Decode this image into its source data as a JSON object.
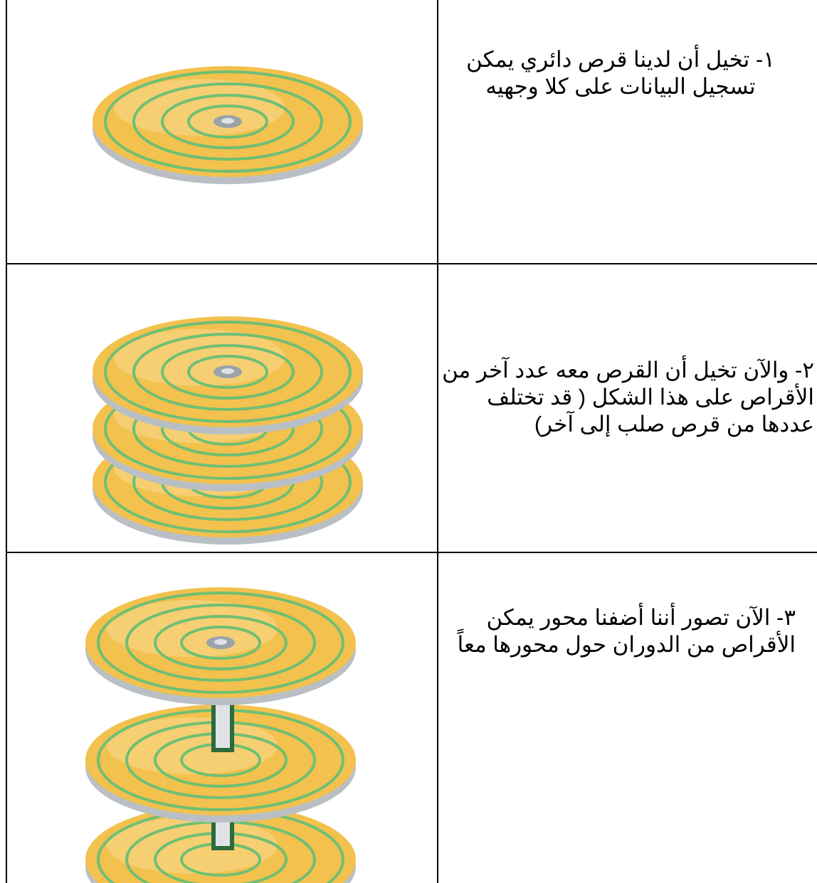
{
  "rows": [
    {
      "step": "١- تخيل أن لدينا قرص دائري يمكن تسجيل البيانات على كلا وجهيه",
      "figure": "single-platter"
    },
    {
      "step": "٢- والآن تخيل أن القرص معه عدد آخر من الأقراص على هذا الشكل ( قد تختلف عددها من قرص صلب إلى آخر)",
      "figure": "stacked-platters"
    },
    {
      "step": "٣- الآن تصور أننا أضفنا محور يمكن الأقراص من الدوران حول محورها معاً",
      "figure": "platters-on-spindle"
    }
  ],
  "colors": {
    "platter": "#f2c14e",
    "platter_light": "#f7d98a",
    "track": "#6fbf73",
    "edge": "#b9bfc4",
    "hub": "#9aa3a8",
    "spindle": "#2e6b3a"
  }
}
